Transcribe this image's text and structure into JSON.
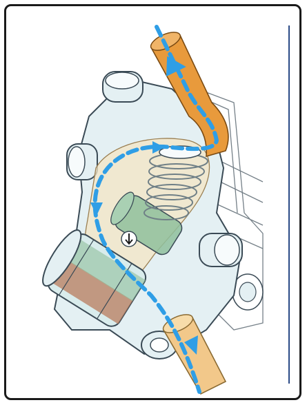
{
  "diagram": {
    "subject": "valve-assembly-cutaway",
    "colors": {
      "frame_border": "#1a1a1a",
      "divider_line": "#2b4a86",
      "outlet_pipe": "#e89a3c",
      "inlet_pipe": "#f2c88a",
      "flow_arrow": "#2f9ee6",
      "body_outline": "#3a4a55",
      "body_fill": "#e4f0f3",
      "spring": "#6f7f86",
      "filter_green": "#8fbf9c",
      "filter_brown": "#b87c5e",
      "inner_fill": "#f4e6c4"
    },
    "flow": {
      "direction": "top-to-bottom",
      "arrowheads": 4
    },
    "parts": [
      "outlet-pipe",
      "inlet-pipe",
      "valve-body",
      "spring",
      "solenoid",
      "filter",
      "mounting-bosses",
      "flow-path"
    ]
  }
}
